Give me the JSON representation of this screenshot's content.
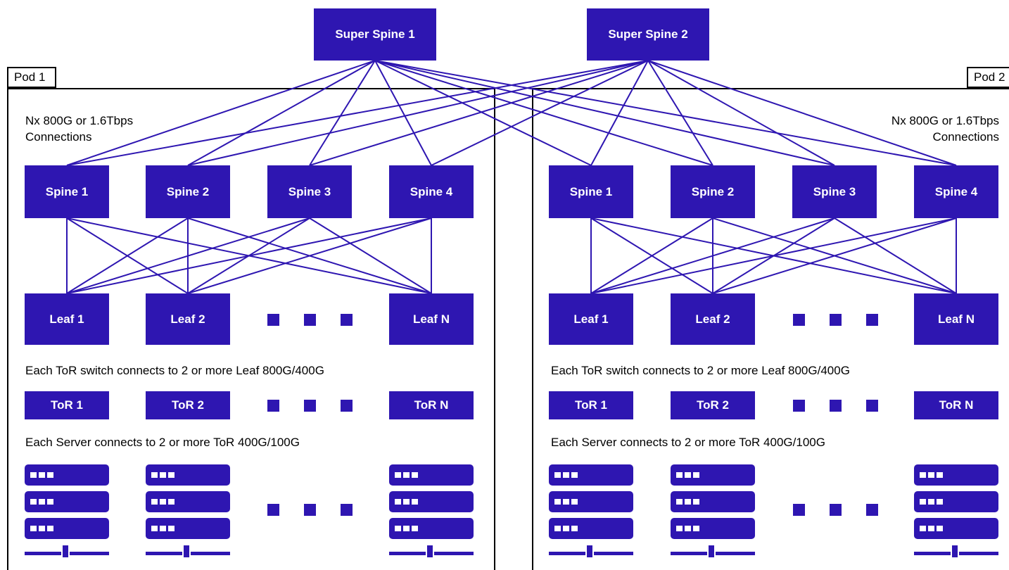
{
  "super_spines": [
    {
      "label": "Super Spine 1"
    },
    {
      "label": "Super Spine 2"
    }
  ],
  "pods": [
    {
      "name": "Pod 1",
      "connections_note": "Nx 800G or 1.6Tbps\nConnections",
      "spines": [
        "Spine 1",
        "Spine 2",
        "Spine 3",
        "Spine 4"
      ],
      "leaves": [
        "Leaf 1",
        "Leaf 2",
        "Leaf N"
      ],
      "tor_note": "Each ToR switch connects to 2 or more Leaf 800G/400G",
      "tors": [
        "ToR 1",
        "ToR 2",
        "ToR N"
      ],
      "server_note": "Each Server connects to 2 or more ToR 400G/100G"
    },
    {
      "name": "Pod 2",
      "connections_note": "Nx 800G or 1.6Tbps\nConnections",
      "spines": [
        "Spine 1",
        "Spine 2",
        "Spine 3",
        "Spine 4"
      ],
      "leaves": [
        "Leaf 1",
        "Leaf 2",
        "Leaf N"
      ],
      "tor_note": "Each ToR switch connects to 2 or more Leaf 800G/400G",
      "tors": [
        "ToR 1",
        "ToR 2",
        "ToR N"
      ],
      "server_note": "Each Server connects to 2 or more ToR 400G/100G"
    }
  ],
  "colors": {
    "node": "#2e16b1",
    "link": "#2e16b1",
    "frame": "#000000",
    "background": "#ffffff"
  },
  "icons": {
    "server": "server-rack-icon",
    "ellipsis": "ellipsis-dot"
  }
}
